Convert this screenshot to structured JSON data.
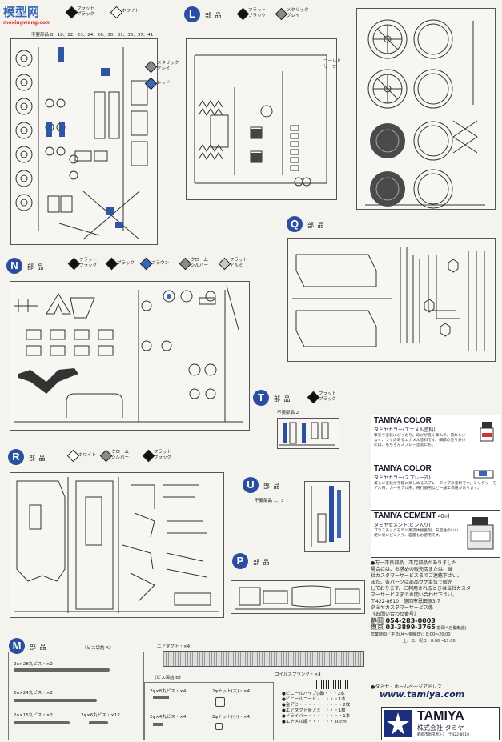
{
  "watermark": {
    "site": "模型网",
    "url": "moxingwang.com"
  },
  "sectionK": {
    "legend": [
      {
        "color": "black",
        "label": "フラット\nブラック"
      },
      {
        "color": "white",
        "label": "ホワイト"
      }
    ],
    "metal_gray": "メタリック\nグレイ",
    "red": "レッド",
    "unused": "不要部品 8、18、22、23、24、26、30、31、36、37、41"
  },
  "sectionL": {
    "letter": "L",
    "parts_label": "部 品",
    "legend": [
      {
        "color": "black",
        "label": "フラット\nブラック"
      },
      {
        "color": "gray",
        "label": "メタリック\nグレイ"
      }
    ],
    "gold": "ゴールド\nリーフ"
  },
  "sectionQ": {
    "letter": "Q",
    "parts_label": "部 品"
  },
  "sectionN": {
    "letter": "N",
    "parts_label": "部 品",
    "legend": [
      {
        "color": "black",
        "label": "フラット\nブラック"
      },
      {
        "color": "black",
        "label": "ブラック"
      },
      {
        "color": "blue",
        "label": "ブラウン"
      },
      {
        "color": "gray",
        "label": "クローム\nシルバー"
      },
      {
        "color": "lgray",
        "label": "フラット\nアルミ"
      }
    ]
  },
  "sectionR": {
    "letter": "R",
    "parts_label": "部 品",
    "legend": [
      {
        "color": "white",
        "label": "ホワイト"
      },
      {
        "color": "gray",
        "label": "クローム\nシルバー"
      },
      {
        "color": "black",
        "label": "フラット\nブラック"
      }
    ]
  },
  "sectionT": {
    "letter": "T",
    "parts_label": "部 品",
    "legend": [
      {
        "color": "black",
        "label": "フラット\nブラック"
      }
    ],
    "unused": "不要部品 2"
  },
  "sectionU": {
    "letter": "U",
    "parts_label": "部 品",
    "unused": "不要部品 1、3"
  },
  "sectionP": {
    "letter": "P",
    "parts_label": "部 品"
  },
  "sectionM": {
    "letter": "M",
    "parts_label": "部 品",
    "bag_a": "《ビス袋詰 A》",
    "bag_b": "《ビス袋詰 B》",
    "screws_a": [
      "2φ×28丸ビス・×2",
      "2φ×24丸ビス・×2",
      "2φ×15丸ビス・×2",
      "2φ×6丸ビス・×12"
    ],
    "screws_b": [
      "2φ×8丸ビス・×4",
      "2φナット(大)・×4",
      "2φ×4丸ビス・×4",
      "2φナット(小)・×4"
    ],
    "air_duct": "エアダクト・×4",
    "coil": "コイルスプリング・×4",
    "materials": [
      "●ビニールパイプ(細)・・・2本",
      "●ビニールコード・・・・・1本",
      "●金アミ・・・・・・・・・・2枚",
      "●エアダクト金アミ・・・・1枚",
      "●ドライバー・・・・・・・・1本",
      "●エナメル線・・・・・・30cm"
    ]
  },
  "ads": {
    "color1": {
      "title": "TAMIYA COLOR",
      "sub": "タミヤカラー(エナメル塗料)",
      "body": "筆塗り塗装にぴったり。のびが良く筆ムラ、流れも少なく、ツヤのあるエナメル塗料です。細部の塗り分けには、もちろんスプレー塗装にも。"
    },
    "color2": {
      "title": "TAMIYA COLOR",
      "sub": "タミヤカラー(スプレー式)",
      "body": "美しい塗装が手軽に楽しめるスプレータイプの塗料です。ミリタリーモデル用、カーモデル用、飛行機用など一般工作用があります。"
    },
    "cement": {
      "title": "TAMIYA CEMENT",
      "size": "40ml",
      "sub": "タミヤセメント(ビン入り)",
      "body": "プラスチックモデル用流体接着剤。安定性のいい使い易いビン入り、容量もお徳用です。"
    }
  },
  "info": {
    "notice": [
      "●万一不良部品、不足部品がありました",
      "場合には、お求めの販売店または、当",
      "社カスタマーサービスまでご連絡下さい。",
      "また、各パーツは部品ウケ単位で販売",
      "しております。ご利用されるときは当社カスタ",
      "マーサービスまでお問い合わせ下さい。"
    ],
    "postal": "〒422-8610　静岡市恩田原3-7",
    "dept": "タミヤカスタマーサービス係",
    "contact": "《お問い合わせ番号》",
    "shizuoka_label": "静岡",
    "shizuoka_tel": "054-283-0003",
    "tokyo_label": "東京",
    "tokyo_tel": "03-3899-3765",
    "tokyo_note": "(静岡へ自動転送)",
    "hours": "営業時間／平日(月〜金曜日)：8:00〜20:00",
    "hours2": "土、日、祝日：8:00〜17:00",
    "homepage_label": "●タミヤ・ホームページアドレス",
    "homepage": "www.tamiya.com"
  },
  "brand": {
    "name": "TAMIYA",
    "company": "株式会社 タミヤ",
    "address": "静岡市恩田原3-7　〒422-8610"
  }
}
